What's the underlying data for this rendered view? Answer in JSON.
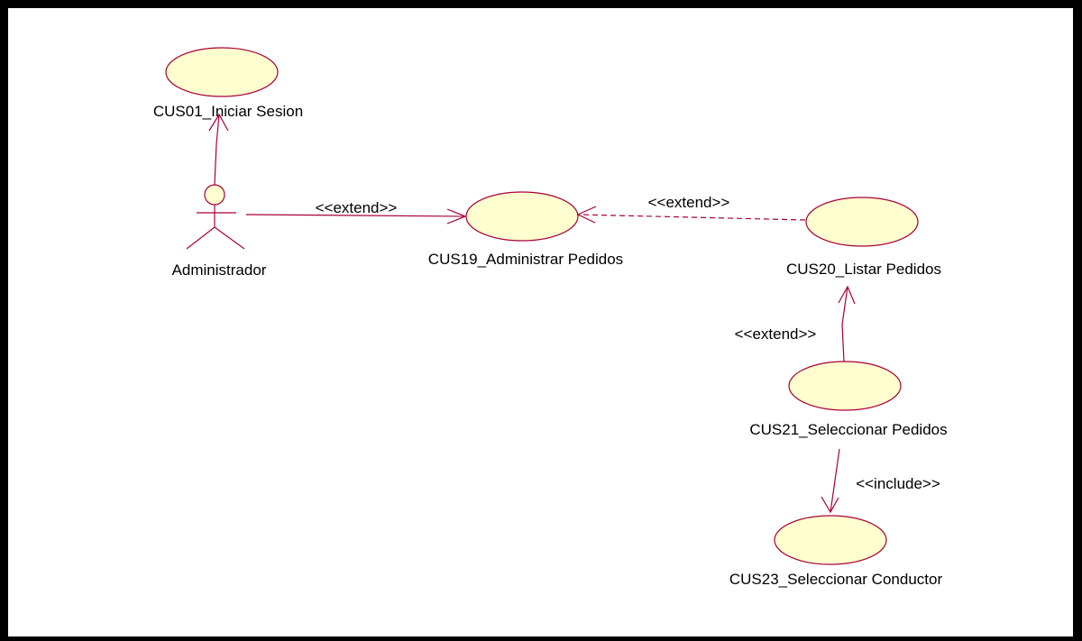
{
  "diagram": {
    "actor": {
      "name": "Administrador"
    },
    "use_cases": [
      {
        "id": "cus01",
        "label": "CUS01_Iniciar Sesion"
      },
      {
        "id": "cus19",
        "label": "CUS19_Administrar Pedidos"
      },
      {
        "id": "cus20",
        "label": "CUS20_Listar Pedidos"
      },
      {
        "id": "cus21",
        "label": "CUS21_Seleccionar Pedidos"
      },
      {
        "id": "cus23",
        "label": "CUS23_Seleccionar Conductor"
      }
    ],
    "relations": [
      {
        "from": "Administrador",
        "to": "CUS01_Iniciar Sesion",
        "stereotype": ""
      },
      {
        "from": "Administrador",
        "to": "CUS19_Administrar Pedidos",
        "stereotype": "<<extend>>"
      },
      {
        "from": "CUS20_Listar Pedidos",
        "to": "CUS19_Administrar Pedidos",
        "stereotype": "<<extend>>"
      },
      {
        "from": "CUS21_Seleccionar Pedidos",
        "to": "CUS20_Listar Pedidos",
        "stereotype": "<<extend>>"
      },
      {
        "from": "CUS21_Seleccionar Pedidos",
        "to": "CUS23_Seleccionar Conductor",
        "stereotype": "<<include>>"
      }
    ],
    "colors": {
      "use_case_fill": "#FEFECE",
      "use_case_stroke": "#A80036",
      "line": "#A80036",
      "background": "#FFFFFF",
      "frame": "#000000"
    }
  }
}
